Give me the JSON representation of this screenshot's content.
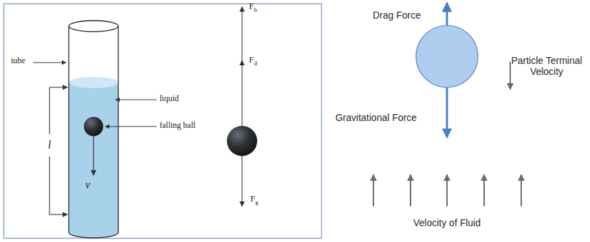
{
  "diagram": {
    "labels": [
      "tube",
      "liquid",
      "falling ball",
      "l",
      "v",
      "Fb",
      "Fd",
      "Fg",
      "Drag Force",
      "Particle Terminal Velocity",
      "Gravitational Force",
      "Velocity of Fluid"
    ]
  }
}
